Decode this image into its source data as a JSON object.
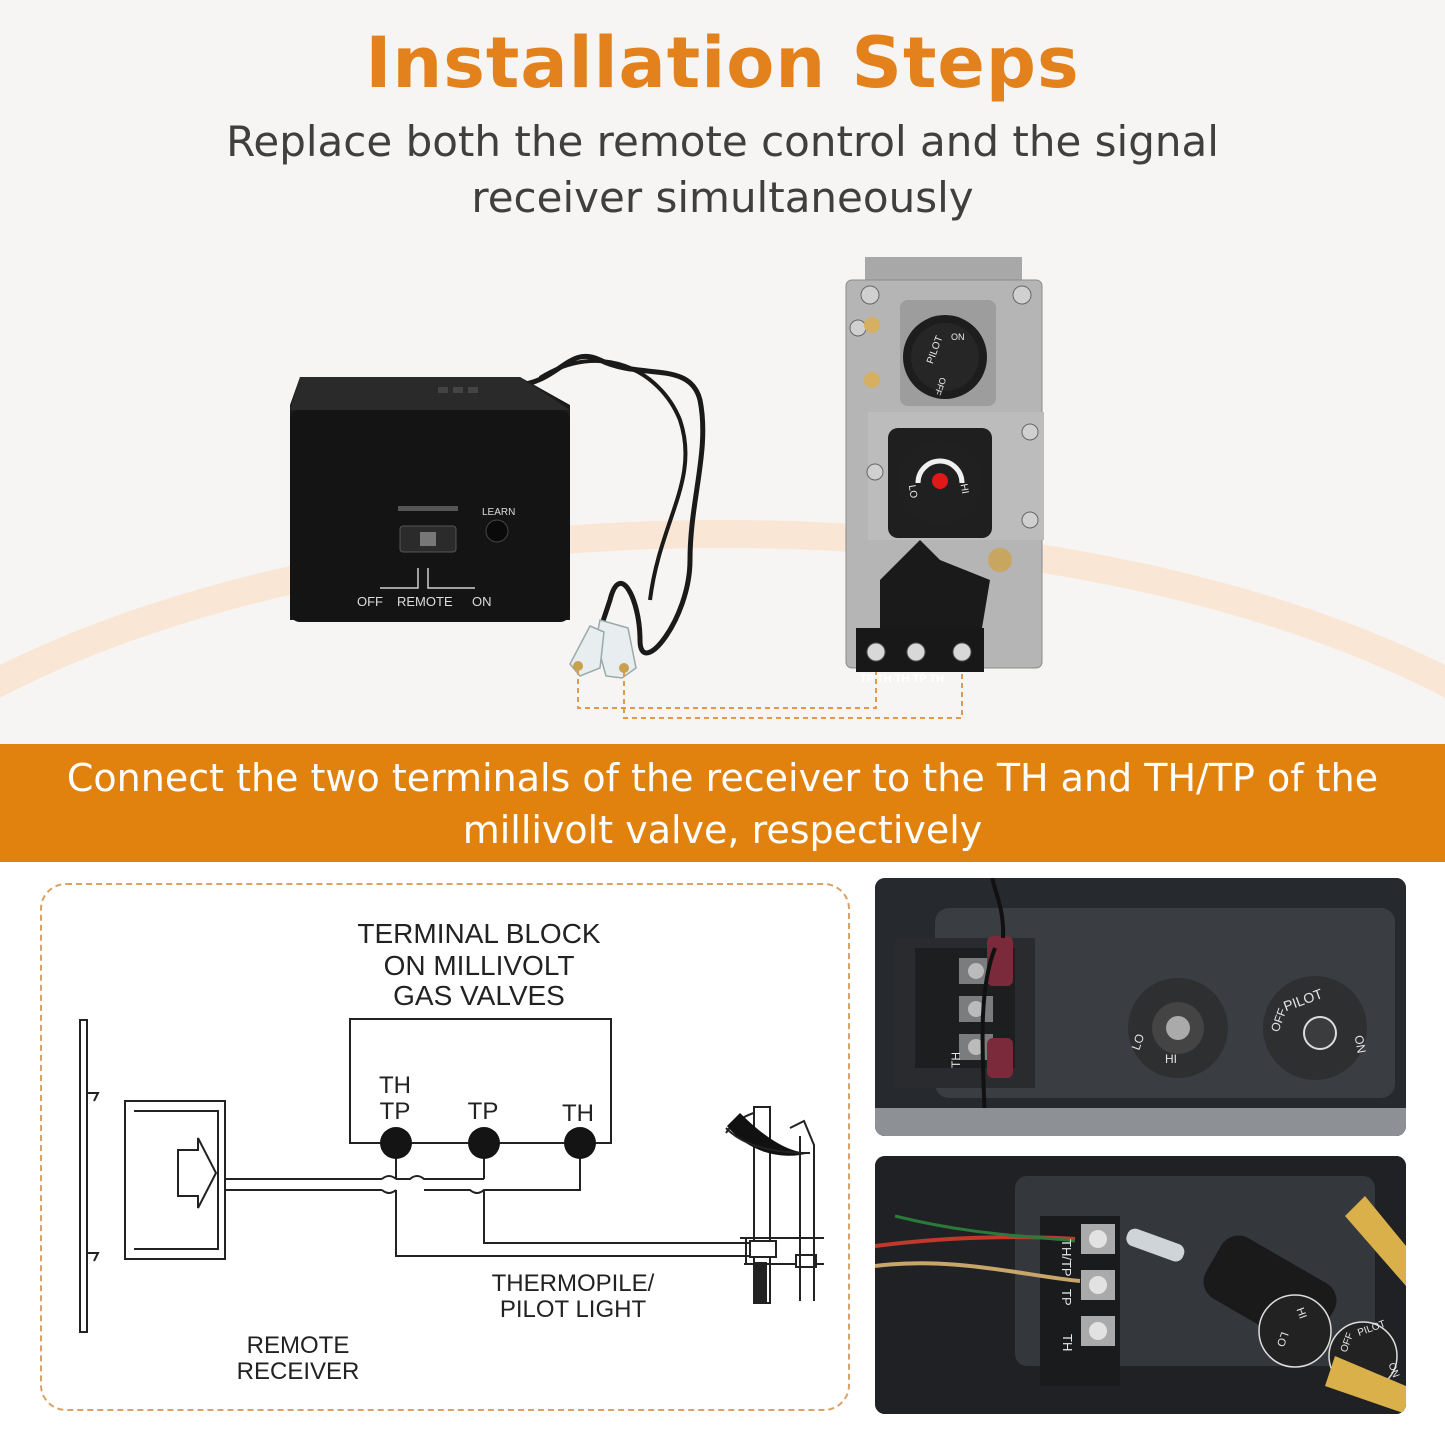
{
  "header": {
    "title": "Installation Steps",
    "subtitle": "Replace both the remote control and the signal receiver simultaneously"
  },
  "receiver": {
    "learn_label": "LEARN",
    "off_label": "OFF",
    "remote_label": "REMOTE",
    "on_label": "ON"
  },
  "valve": {
    "pilot_knob": [
      "PILOT",
      "ON",
      "OFF"
    ],
    "flame_knob": [
      "LO",
      "HI"
    ],
    "terminal_labels": "TP TH TH TP TH"
  },
  "banner": {
    "text": "Connect the two terminals of the receiver to the TH and TH/TP of the millivolt valve, respectively"
  },
  "diagram": {
    "terminal_block_lines": [
      "TERMINAL BLOCK",
      "ON MILLIVOLT",
      "GAS VALVES"
    ],
    "th_tp_top": "TH",
    "th_tp_bottom": "TP",
    "tp_label": "TP",
    "th_label": "TH",
    "thermopile_lines": [
      "THERMOPILE/",
      "PILOT LIGHT"
    ],
    "receiver_lines": [
      "REMOTE",
      "RECEIVER"
    ]
  },
  "photo1": {
    "knob_labels": [
      "PILOT",
      "OFF",
      "ON",
      "LO",
      "HI",
      "TH"
    ]
  },
  "photo2": {
    "terminal_labels": [
      "TH/TP",
      "TP",
      "TH"
    ],
    "knob_labels": [
      "LO",
      "HI",
      "OFF",
      "PILOT",
      "ON"
    ]
  },
  "colors": {
    "accent": "#e3821c",
    "banner": "#e1820e",
    "arc": "#f9e6d4",
    "wire_dashed": "#e09a4a"
  }
}
